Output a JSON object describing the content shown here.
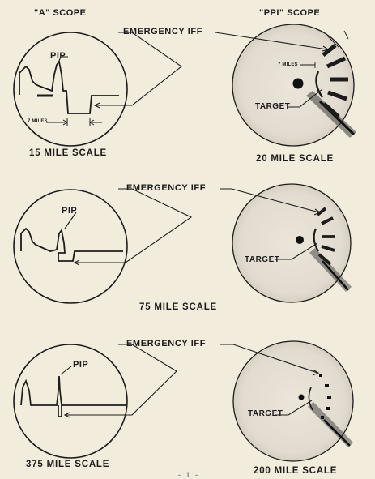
{
  "headers": {
    "a_scope": "\"A\" SCOPE",
    "ppi_scope": "\"PPI\" SCOPE"
  },
  "labels": {
    "emergency_iff": "EMERGENCY IFF",
    "pip": "PIP",
    "target": "TARGET",
    "seven_miles": "7 MILES"
  },
  "panels": [
    {
      "a_scale": "15 MILE SCALE",
      "ppi_scale": "20 MILE SCALE"
    },
    {
      "center_scale": "75 MILE SCALE"
    },
    {
      "a_scale": "375 MILE SCALE",
      "ppi_scale": "200 MILE SCALE"
    }
  ],
  "page_mark": "- 1 -",
  "colors": {
    "paper": "#f1ecdc",
    "ink": "#1c1c1c",
    "ppi_face": "#e7e1d5"
  }
}
